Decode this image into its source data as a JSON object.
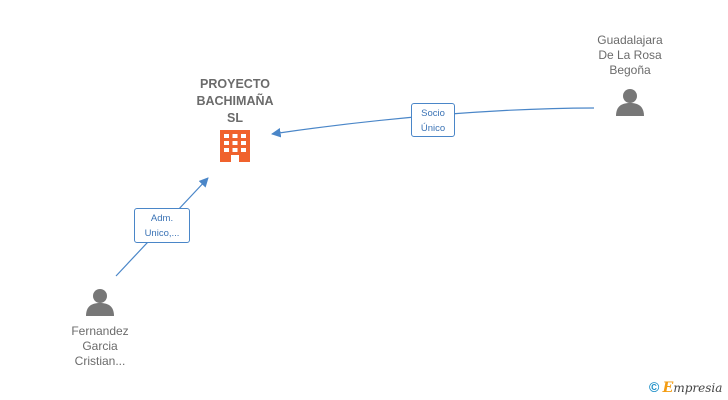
{
  "company": {
    "name_line1": "PROYECTO",
    "name_line2": "BACHIMAÑA",
    "name_line3": "SL",
    "icon": "building-icon",
    "icon_color": "#f0622d"
  },
  "persons": [
    {
      "line1": "Guadalajara",
      "line2": "De La Rosa",
      "line3": "Begoña",
      "icon": "person-icon"
    },
    {
      "line1": "Fernandez",
      "line2": "Garcia",
      "line3": "Cristian...",
      "icon": "person-icon"
    }
  ],
  "edges": [
    {
      "line1": "Socio",
      "line2": "Único"
    },
    {
      "line1": "Adm.",
      "line2": "Unico,..."
    }
  ],
  "colors": {
    "edge": "#4a86c8",
    "person": "#777777"
  },
  "watermark": {
    "copyright": "©",
    "brand_initial": "E",
    "brand_rest": "mpresia"
  }
}
